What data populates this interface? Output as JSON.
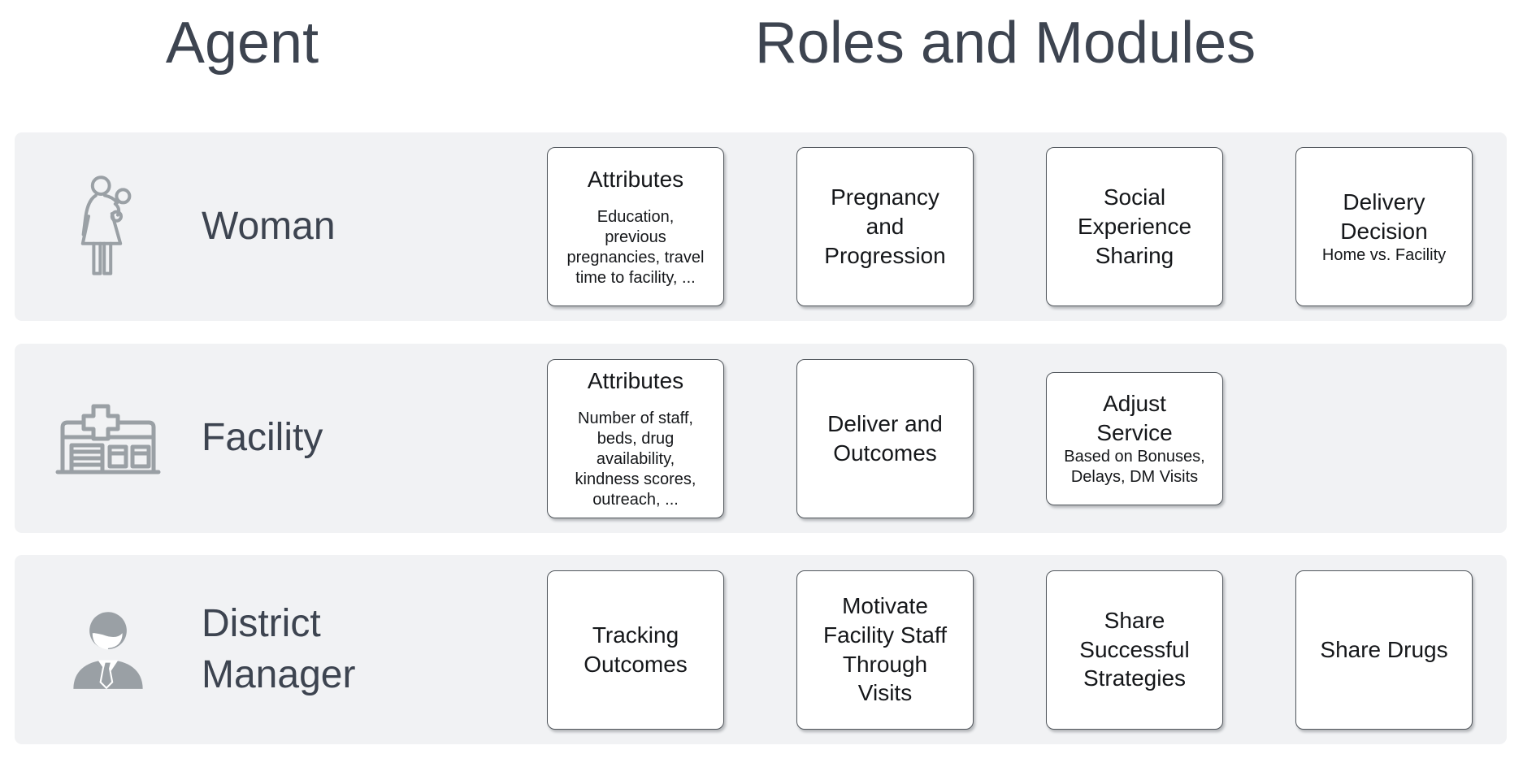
{
  "header": {
    "agent_title": "Agent",
    "modules_title": "Roles and Modules"
  },
  "colors": {
    "row_background": "#f1f2f4",
    "box_border": "#51565c",
    "heading_text": "#3d4450",
    "box_text": "#15171a",
    "icon_gray": "#9aa0a5"
  },
  "rows": [
    {
      "label": "Woman",
      "icon": "woman-with-baby-icon",
      "modules": [
        {
          "title": "Attributes",
          "body": "Education,\nprevious\npregnancies, travel\ntime to facility, ..."
        },
        {
          "title": "Pregnancy\nand\nProgression"
        },
        {
          "title": "Social\nExperience\nSharing"
        },
        {
          "title": "Delivery\nDecision",
          "body": "Home vs. Facility"
        }
      ]
    },
    {
      "label": "Facility",
      "icon": "clinic-building-icon",
      "modules": [
        {
          "title": "Attributes",
          "body": "Number of staff,\nbeds, drug\navailability,\nkindness scores,\noutreach, ..."
        },
        {
          "title": "Deliver and\nOutcomes"
        },
        {
          "title": "Adjust\nService",
          "body": "Based on Bonuses,\nDelays, DM Visits"
        }
      ]
    },
    {
      "label": "District Manager",
      "icon": "district-manager-icon",
      "modules": [
        {
          "title": "Tracking\nOutcomes"
        },
        {
          "title": "Motivate\nFacility Staff\nThrough\nVisits"
        },
        {
          "title": "Share\nSuccessful\nStrategies"
        },
        {
          "title": "Share Drugs"
        }
      ]
    }
  ]
}
